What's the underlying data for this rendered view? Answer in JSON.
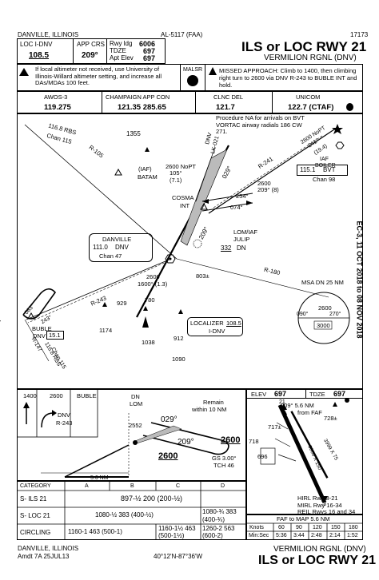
{
  "header": {
    "location": "DANVILLE, ILLINOIS",
    "chart_id": "AL-5117 (FAA)",
    "proc_number": "17173",
    "title": "ILS or LOC RWY 21",
    "airport": "VERMILION RGNL (DNV)",
    "loc_label": "LOC  I-DNV",
    "loc_freq": "108.5",
    "app_crs_label": "APP CRS",
    "app_crs": "209°",
    "rwy_ldg_label": "Rwy ldg",
    "rwy_ldg": "6006",
    "tdze_label": "TDZE",
    "tdze": "697",
    "apt_elev_label": "Apt Elev",
    "apt_elev": "697"
  },
  "notes": {
    "altimeter": "If local altimeter not received, use University of Illinois-Willard altimeter setting, and increase all DAs/MDAs 100 feet.",
    "malsr": "MALSR",
    "missed_approach": "MISSED APPROACH: Climb to 1400, then climbing right turn to 2600 via DNV R-243 to BUBLE INT and hold."
  },
  "comms": [
    {
      "label": "AWOS-3",
      "value": "119.275"
    },
    {
      "label": "CHAMPAIGN APP CON",
      "value": "121.35  285.65"
    },
    {
      "label": "CLNC DEL",
      "value": "121.7"
    },
    {
      "label": "UNICOM",
      "value": "122.7 (CTAF)"
    }
  ],
  "plan_view": {
    "proc_na": "Procedure NA for arrivals on BVT VORTAC airway radials 186 CW 271.",
    "rbs": "116.8 RBS",
    "rbs_chan": "Chan 115",
    "r105": "R-105",
    "batam_label": "(IAF)",
    "batam_name": "BATAM",
    "nopt_batam": "2600 NoPT",
    "nopt_batam_crs": "105°",
    "nopt_batam_dist": "(7.1)",
    "alt_1355": "1355",
    "dnv_lk": "DNV",
    "dnv_lk2": "LK-021",
    "crs_029": "029°",
    "cosma": "COSMA",
    "cosma_int": "INT",
    "crs_254": "254°",
    "alt_2600_s": "2600",
    "alt_2600_209": "209° (8)",
    "crs_074": "074°",
    "r241": "R-241",
    "bvt_nopt": "2600 NoPT",
    "bvt_crs": "241°",
    "bvt_dist": "(19.4)",
    "iaf_boiler": "IAF",
    "boiler": "BOILER",
    "bvt_freq": "115.1",
    "bvt_id": "BVT",
    "bvt_chan": "Chan 98",
    "crs_209": "209°",
    "lom_iaf": "LOM/IAF",
    "julip": "JULIP",
    "julip_freq": "332",
    "julip_id": "DN",
    "danville_name": "DANVILLE",
    "danville_freq": "111.0",
    "danville_id": "DNV",
    "danville_chan": "Chan 47",
    "alt_803": "803±",
    "r180": "R-180",
    "dnv_2600": "2600",
    "dnv_1600": "1600° (1.3)",
    "r243": "R-243",
    "alt_929": "929",
    "alt_780": "780",
    "msa_title": "MSA DN 25 NM",
    "msa_090": "090°",
    "msa_270": "270°",
    "msa_2600": "2600",
    "msa_3000": "3000",
    "crs_063": "063°",
    "crs_243": "243°",
    "buble": "BUBLE",
    "buble_dnv": "DNV",
    "buble_val": "15.1",
    "rbs_r147": "116.8 RBS",
    "rbs_chan115": "Chan 115",
    "r147": "R-147",
    "alt_1174": "1174",
    "alt_1038": "1038",
    "alt_912": "912",
    "localizer": "LOCALIZER",
    "loc_freq": "108.5",
    "loc_id": "I-DNV",
    "alt_1090": "1090"
  },
  "side_margin": "EC-3, 11 OCT 2018 to 08 NOV 2018",
  "profile": {
    "alt_1400": "1400",
    "alt_2600": "2600",
    "buble": "BUBLE",
    "dnv_r243": "DNV",
    "r243": "R-243",
    "dn": "DN",
    "lom": "LOM",
    "remain": "Remain",
    "within": "within 10 NM",
    "crs_029": "029°",
    "crs_209": "209°",
    "alt_2600b": "2600",
    "alt_2552": "2552",
    "alt_2600c": "2600",
    "gs": "GS 3.00°",
    "tch": "TCH 46",
    "dist": "5.6 NM"
  },
  "airport_diagram": {
    "elev_label": "ELEV",
    "elev": "697",
    "tdze_label": "TDZE",
    "tdze": "697",
    "gps": "209° 5.6 NM",
    "from_faf": "from FAF",
    "obs1": "717±",
    "obs2": "728±",
    "rwy1": "6006 X 150",
    "rwy2": "3999 X 75",
    "alt_718": "718",
    "alt_696": "696",
    "rwy_end1": "21",
    "rwy_end2": "3",
    "lighting": [
      "HIRL Rwy 3-21",
      "MIRL Rwy 16-34",
      "REIL Rwys 16 and 34"
    ]
  },
  "minimums": {
    "headers": [
      "CATEGORY",
      "A",
      "B",
      "C",
      "D"
    ],
    "rows": [
      {
        "label": "S- ILS 21",
        "cells": [
          "897-½  200 (200-½)"
        ]
      },
      {
        "label": "S- LOC 21",
        "cells": [
          "1080-½  383 (400-½)",
          "1080-¾  383 (400-¾)"
        ]
      },
      {
        "label": "CIRCLING",
        "cells": [
          "1160-1  463 (500-1)",
          "1160-1½  463 (500-1½)",
          "1260-2  563 (600-2)"
        ]
      }
    ]
  },
  "faf_table": {
    "title": "FAF to MAP  5.6 NM",
    "knots_label": "Knots",
    "knots": [
      "60",
      "90",
      "120",
      "150",
      "180"
    ],
    "min_label": "Min:Sec",
    "times": [
      "5:36",
      "3:44",
      "2:48",
      "2:14",
      "1:52"
    ]
  },
  "footer": {
    "location": "DANVILLE, ILLINOIS",
    "amdt": "Amdt 7A  25JUL13",
    "coords": "40°12'N-87°36'W",
    "airport": "VERMILION RGNL (DNV)",
    "title": "ILS or LOC RWY 21"
  }
}
